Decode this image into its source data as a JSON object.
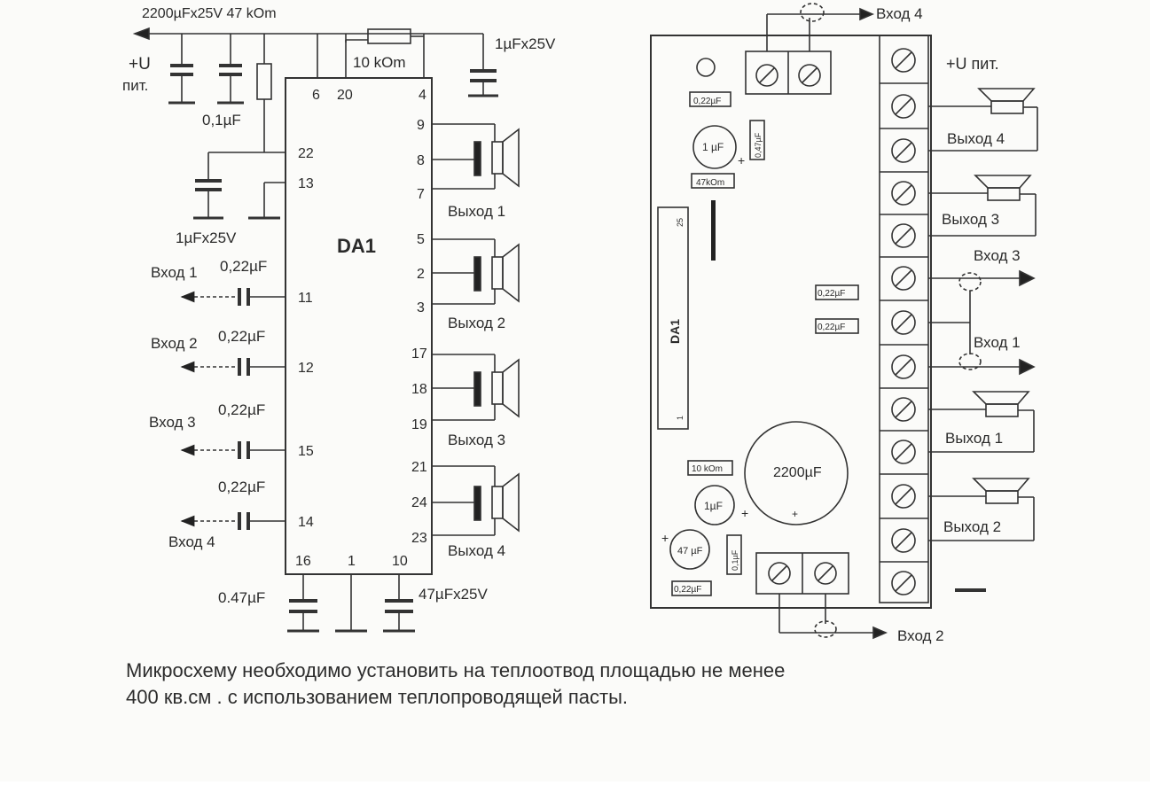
{
  "schematic": {
    "top_values": "2200µFx25V  47 kOm",
    "supply_label_1": "+U",
    "supply_label_2": "пит.",
    "resistor_value": "10 kOm",
    "cap_top_right": "1µFx25V",
    "cap_small": "0,1µF",
    "cap_pin22": "1µFx25V",
    "chip_label": "DA1",
    "input_cap_1": "0,22µF",
    "input_cap_2": "0,22µF",
    "input_cap_3": "0,22µF",
    "input_cap_4": "0,22µF",
    "input_1": "Вход 1",
    "input_2": "Вход 2",
    "input_3": "Вход 3",
    "input_4": "Вход 4",
    "output_1": "Выход 1",
    "output_2": "Выход 2",
    "output_3": "Выход 3",
    "output_4": "Выход 4",
    "cap_bottom_left": "0.47µF",
    "cap_bottom_right": "47µFx25V",
    "pins": {
      "p6": "6",
      "p20": "20",
      "p4": "4",
      "p22": "22",
      "p13": "13",
      "p11": "11",
      "p12": "12",
      "p15": "15",
      "p14": "14",
      "p9": "9",
      "p8": "8",
      "p7": "7",
      "p5": "5",
      "p2": "2",
      "p3": "3",
      "p17": "17",
      "p18": "18",
      "p19": "19",
      "p21": "21",
      "p24": "24",
      "p23": "23",
      "p16": "16",
      "p1": "1",
      "p10": "10"
    }
  },
  "board": {
    "input_4": "Вход 4",
    "input_3": "Вход 3",
    "input_1": "Вход 1",
    "input_2": "Вход 2",
    "supply": "+U пит.",
    "output_4": "Выход 4",
    "output_3": "Выход 3",
    "output_1": "Выход 1",
    "output_2": "Выход 2",
    "c1": "0,22µF",
    "c2": "1 µF",
    "c3": "0,47µF",
    "r1": "47kOm",
    "chip": "DA1",
    "chip_pin_top": "25",
    "chip_pin_bottom": "1",
    "c4": "0,22µF",
    "c5": "0,22µF",
    "r2": "10 kOm",
    "c6": "2200µF",
    "c7": "1µF",
    "c8": "47 µF",
    "c9": "0,1µF",
    "c10": "0,22µF",
    "minus_sign": "—",
    "plus_sign": "+"
  },
  "caption": {
    "line1": "Микросхему необходимо установить на теплоотвод площадью не менее",
    "line2": "400 кв.см . с использованием теплопроводящей пасты."
  }
}
